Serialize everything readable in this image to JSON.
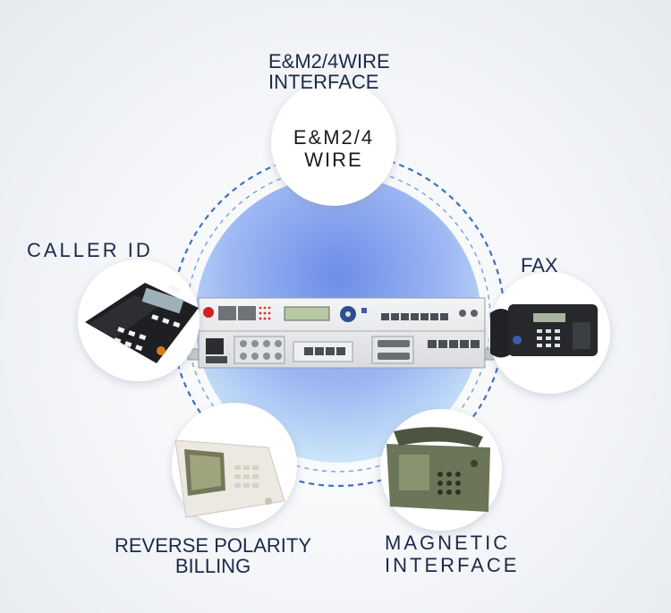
{
  "labels": {
    "em_interface": [
      "E&M2/4WIRE",
      "INTERFACE"
    ],
    "em_bubble": [
      "E&M2/4",
      "WIRE"
    ],
    "caller_id": "CALLER ID",
    "fax": "FAX",
    "reverse_polarity": [
      "REVERSE POLARITY",
      "BILLING"
    ],
    "magnetic": [
      "MAGNETIC",
      "INTERFACE"
    ],
    "phone_brand": "deli"
  },
  "colors": {
    "ring": "#3f6fc4",
    "center_top": "#7f9ef0",
    "center_bottom": "#c9e8f7",
    "label_text": "#1b2a4a"
  }
}
